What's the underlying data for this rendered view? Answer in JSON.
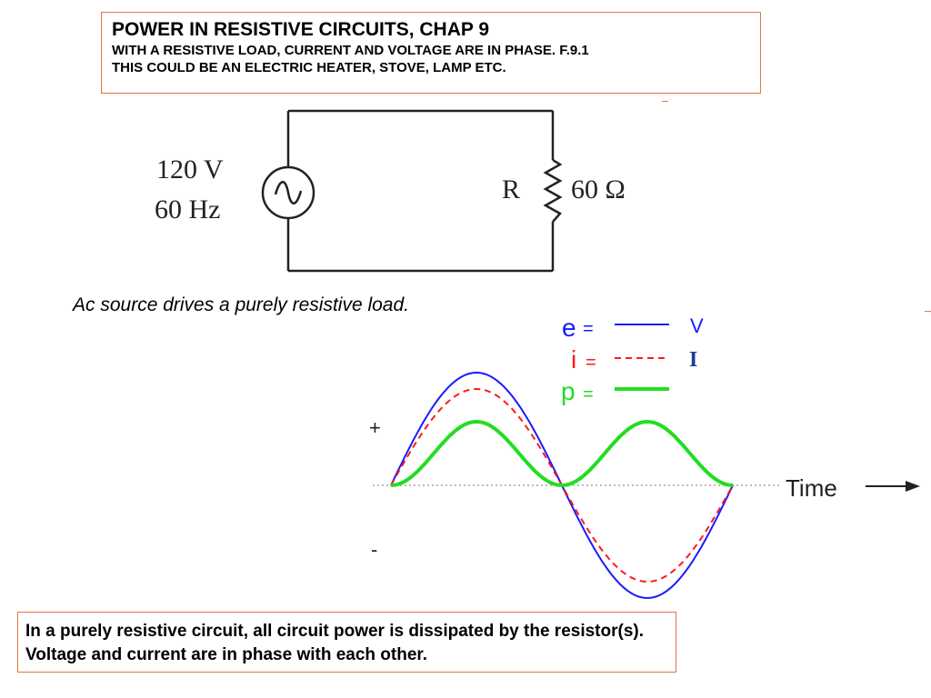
{
  "title_box": {
    "title": "POWER IN RESISTIVE CIRCUITS, CHAP 9",
    "line1": "WITH A RESISTIVE LOAD, CURRENT AND VOLTAGE ARE IN PHASE. F.9.1",
    "line2": "THIS COULD BE AN ELECTRIC HEATER, STOVE,  LAMP  ETC."
  },
  "circuit": {
    "source_voltage": "120 V",
    "source_frequency": "60 Hz",
    "resistor_label": "R",
    "resistor_value": "60 Ω"
  },
  "caption": "Ac source drives a purely resistive load.",
  "waveform": {
    "legend": [
      {
        "symbol": "e",
        "eq": "=",
        "note": "V",
        "color": "#1a1aff",
        "style": "solid"
      },
      {
        "symbol": "i",
        "eq": "=",
        "note": "I",
        "color": "#ff1a1a",
        "style": "dashed"
      },
      {
        "symbol": "p",
        "eq": "=",
        "note": "",
        "color": "#22dd22",
        "style": "solid"
      }
    ],
    "plus_label": "+",
    "minus_label": "-",
    "time_label": "Time"
  },
  "bottom_box": {
    "text": "In a purely resistive circuit, all circuit power is dissipated by the resistor(s). Voltage and current are in phase with each other."
  },
  "colors": {
    "box_border": "#e2743f",
    "voltage": "#1a1aff",
    "current": "#ff1a1a",
    "power": "#22dd22",
    "axis": "#bbbbbb"
  }
}
